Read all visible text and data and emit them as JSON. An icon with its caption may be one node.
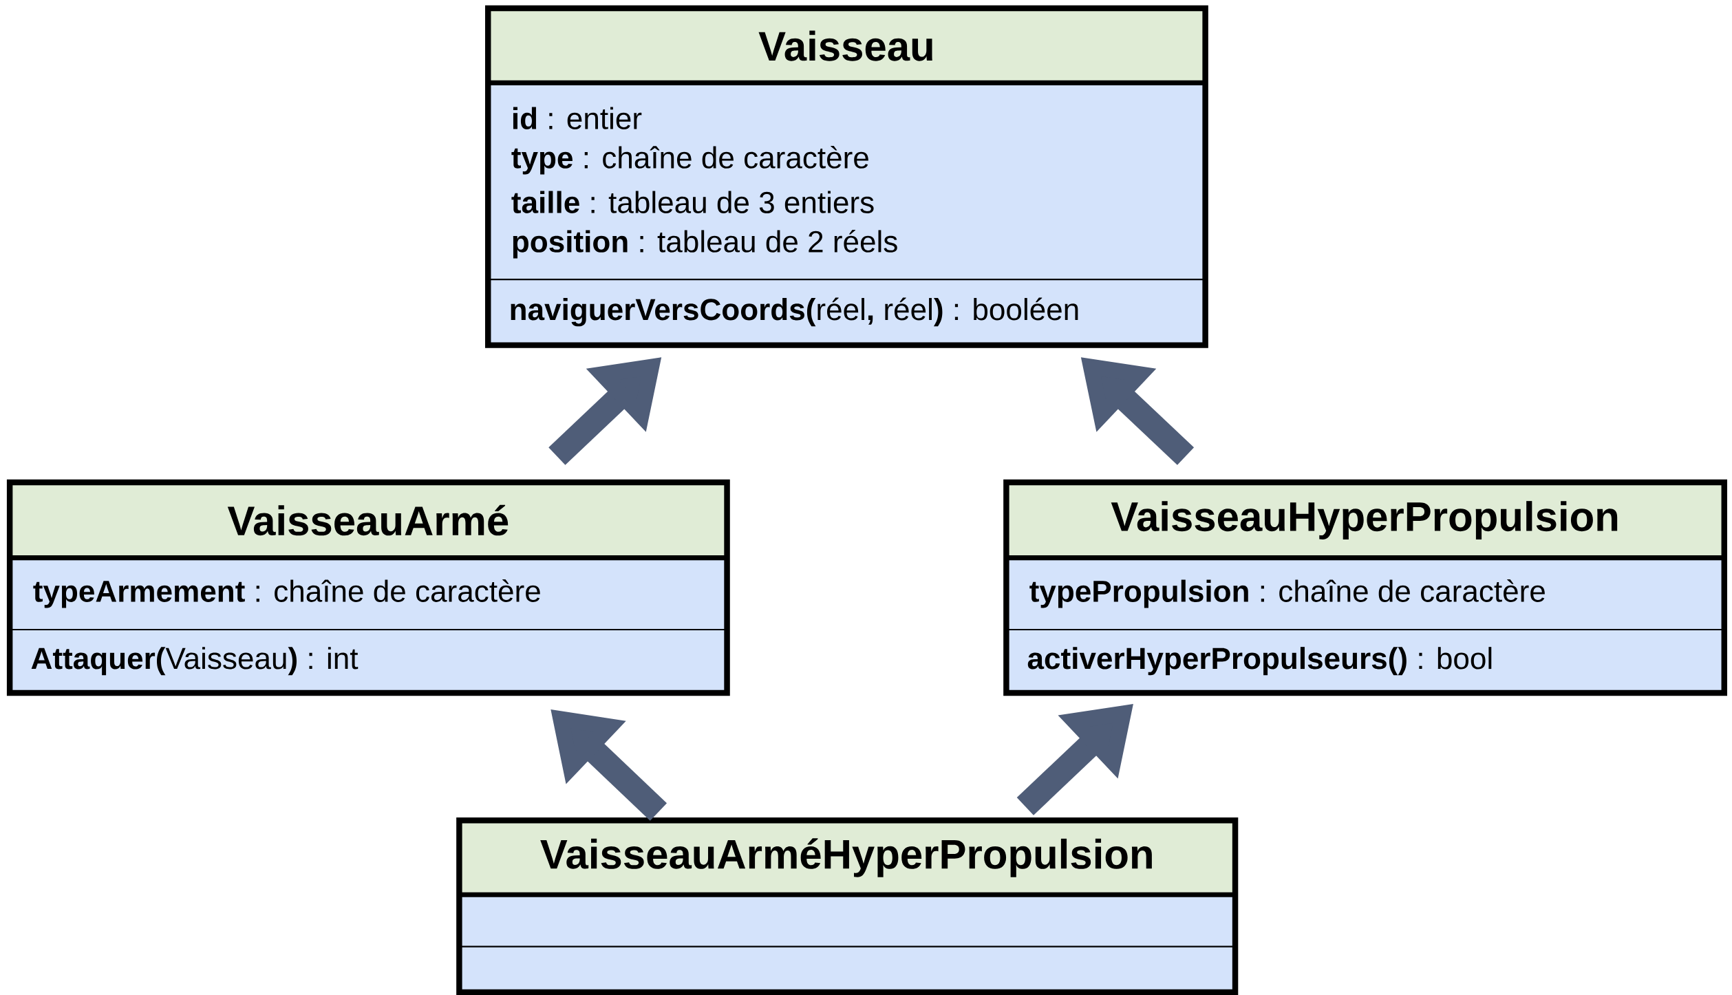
{
  "diagram": {
    "nodes": [
      {
        "text": [
          "Vaisseau",
          "**id** : entier",
          "**type** : chaîne de caractère",
          "**taille** : tableau de 3 entiers",
          "**position** : tableau de 2 réels",
          "**naviguerVersCoords(**réel**,** réel**)** : booléen"
        ]
      },
      {
        "text": [
          "VaisseauArmé",
          "**typeArmement** : chaîne de caractère",
          "**Attaquer(**Vaisseau**)** : int"
        ]
      },
      {
        "text": [
          "VaisseauHyperPropulsion",
          "**typePropulsion** : chaîne de caractère",
          "**activerHyperPropulseurs()** : bool"
        ]
      },
      {
        "text": [
          "VaisseauArméHyperPropulsion"
        ]
      }
    ],
    "edges": [
      {
        "from": 1,
        "to": 0,
        "arrow": "to"
      },
      {
        "from": 2,
        "to": 0,
        "arrow": "to"
      },
      {
        "from": 3,
        "to": 1,
        "arrow": "to"
      },
      {
        "from": 3,
        "to": 2,
        "arrow": "to"
      }
    ]
  }
}
